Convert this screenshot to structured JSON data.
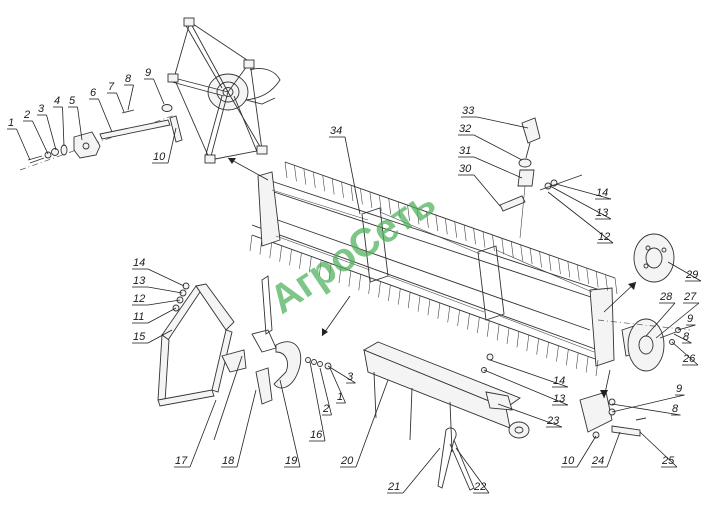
{
  "watermark": "АгроСеть",
  "callouts": [
    "1",
    "2",
    "3",
    "4",
    "5",
    "6",
    "7",
    "8",
    "9",
    "10",
    "11",
    "12",
    "13",
    "14",
    "15",
    "16",
    "17",
    "18",
    "19",
    "20",
    "21",
    "22",
    "23",
    "24",
    "25",
    "26",
    "27",
    "28",
    "29",
    "30",
    "31",
    "32",
    "33",
    "34"
  ]
}
